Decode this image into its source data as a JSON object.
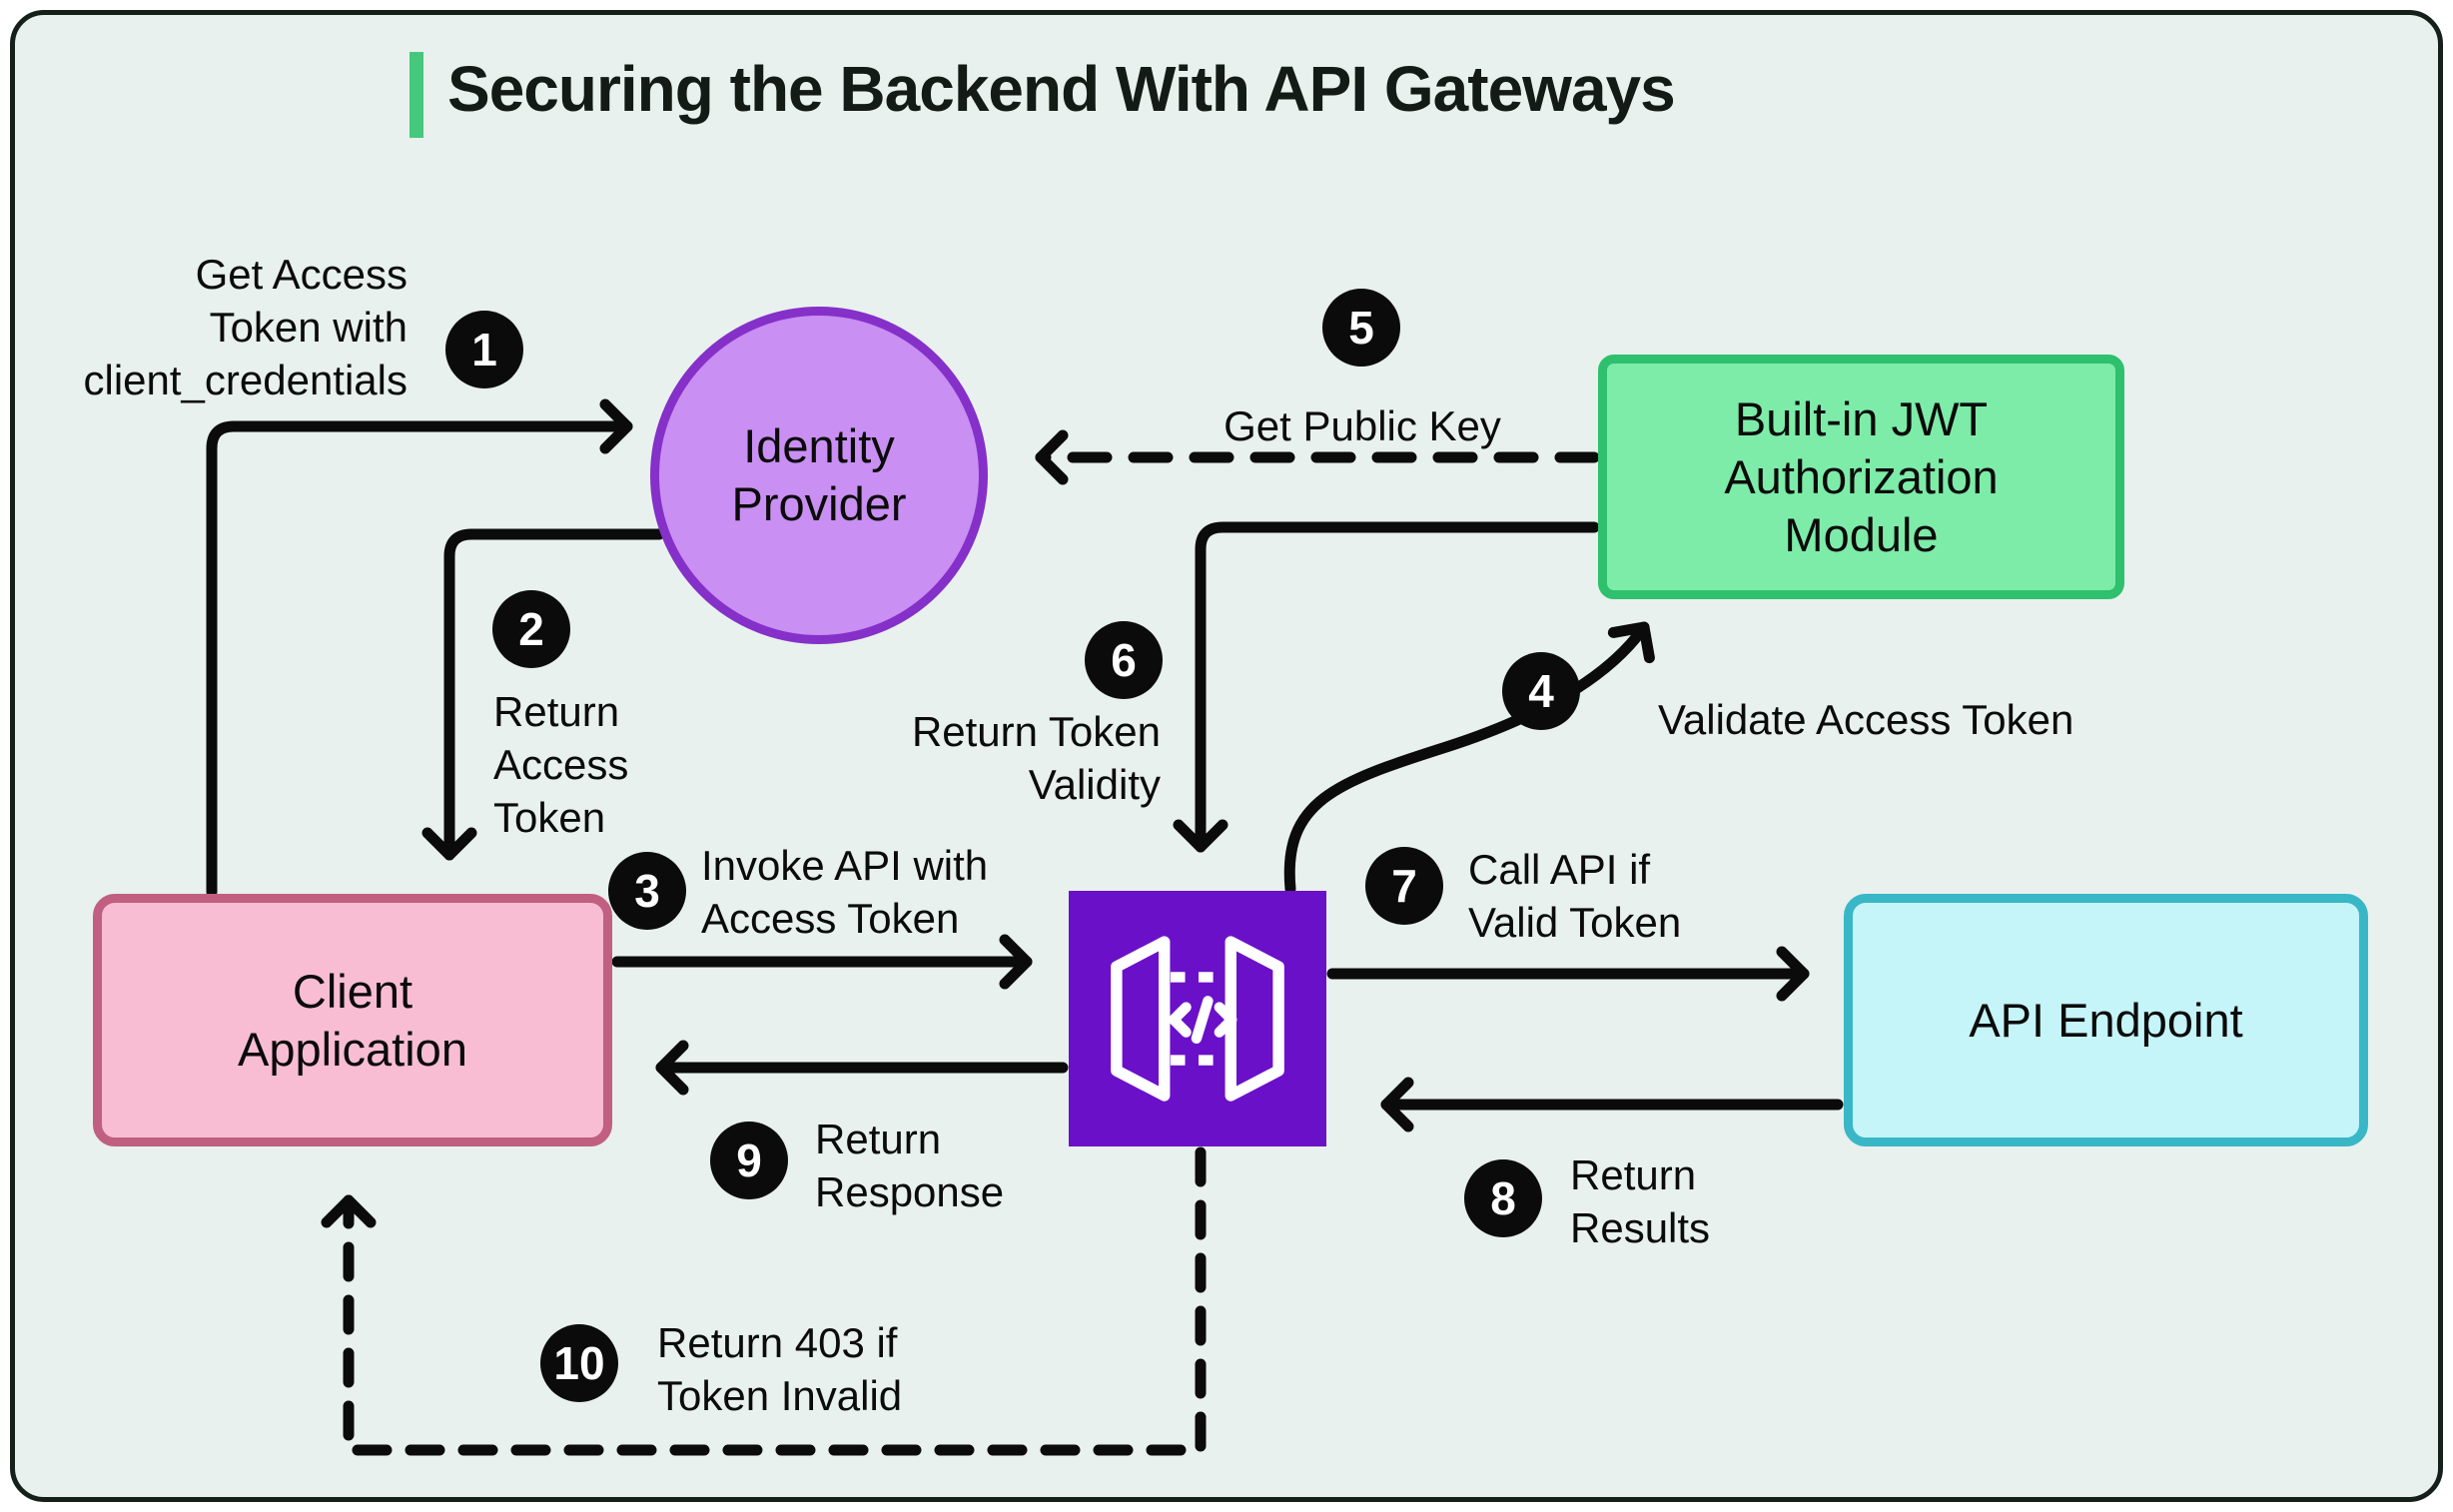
{
  "title": {
    "text": "Securing the Backend With API Gateways",
    "accent_bar_color": "#45c87c"
  },
  "nodes": {
    "identity_provider": {
      "label": "Identity\nProvider",
      "fill": "#c98ff2",
      "border": "#8530c9",
      "shape": "circle"
    },
    "jwt_module": {
      "label": "Built-in JWT\nAuthorization\nModule",
      "fill": "#7deca8",
      "border": "#2ec06d",
      "shape": "rounded-rect"
    },
    "client_app": {
      "label": "Client\nApplication",
      "fill": "#f9bdd3",
      "border": "#c05f80",
      "shape": "rounded-rect"
    },
    "api_gateway": {
      "icon": "api-gateway-code-icon",
      "fill": "#6b10c9",
      "shape": "square"
    },
    "api_endpoint": {
      "label": "API Endpoint",
      "fill": "#c5f5f9",
      "border": "#39b7c6",
      "shape": "rounded-rect"
    }
  },
  "steps": [
    {
      "num": "1",
      "label": "Get Access\nToken with\nclient_credentials",
      "from": "client_app",
      "to": "identity_provider",
      "style": "solid"
    },
    {
      "num": "2",
      "label": "Return\nAccess\nToken",
      "from": "identity_provider",
      "to": "client_app",
      "style": "solid"
    },
    {
      "num": "3",
      "label": "Invoke API with\nAccess Token",
      "from": "client_app",
      "to": "api_gateway",
      "style": "solid"
    },
    {
      "num": "4",
      "label": "Validate Access Token",
      "from": "api_gateway",
      "to": "jwt_module",
      "style": "solid-curve"
    },
    {
      "num": "5",
      "label": "Get Public Key",
      "from": "jwt_module",
      "to": "identity_provider",
      "style": "dashed"
    },
    {
      "num": "6",
      "label": "Return Token\nValidity",
      "from": "jwt_module",
      "to": "api_gateway",
      "style": "solid"
    },
    {
      "num": "7",
      "label": "Call API if\nValid Token",
      "from": "api_gateway",
      "to": "api_endpoint",
      "style": "solid"
    },
    {
      "num": "8",
      "label": "Return\nResults",
      "from": "api_endpoint",
      "to": "api_gateway",
      "style": "solid"
    },
    {
      "num": "9",
      "label": "Return\nResponse",
      "from": "api_gateway",
      "to": "client_app",
      "style": "solid"
    },
    {
      "num": "10",
      "label": "Return 403 if\nToken Invalid",
      "from": "api_gateway",
      "to": "client_app",
      "style": "dashed"
    }
  ],
  "colors": {
    "canvas_background": "#e8f1ed",
    "frame_border": "#15201b",
    "arrow": "#0b0b0b",
    "badge_background": "#0b0b0b",
    "badge_text": "#ffffff",
    "title_text": "#141b17"
  }
}
